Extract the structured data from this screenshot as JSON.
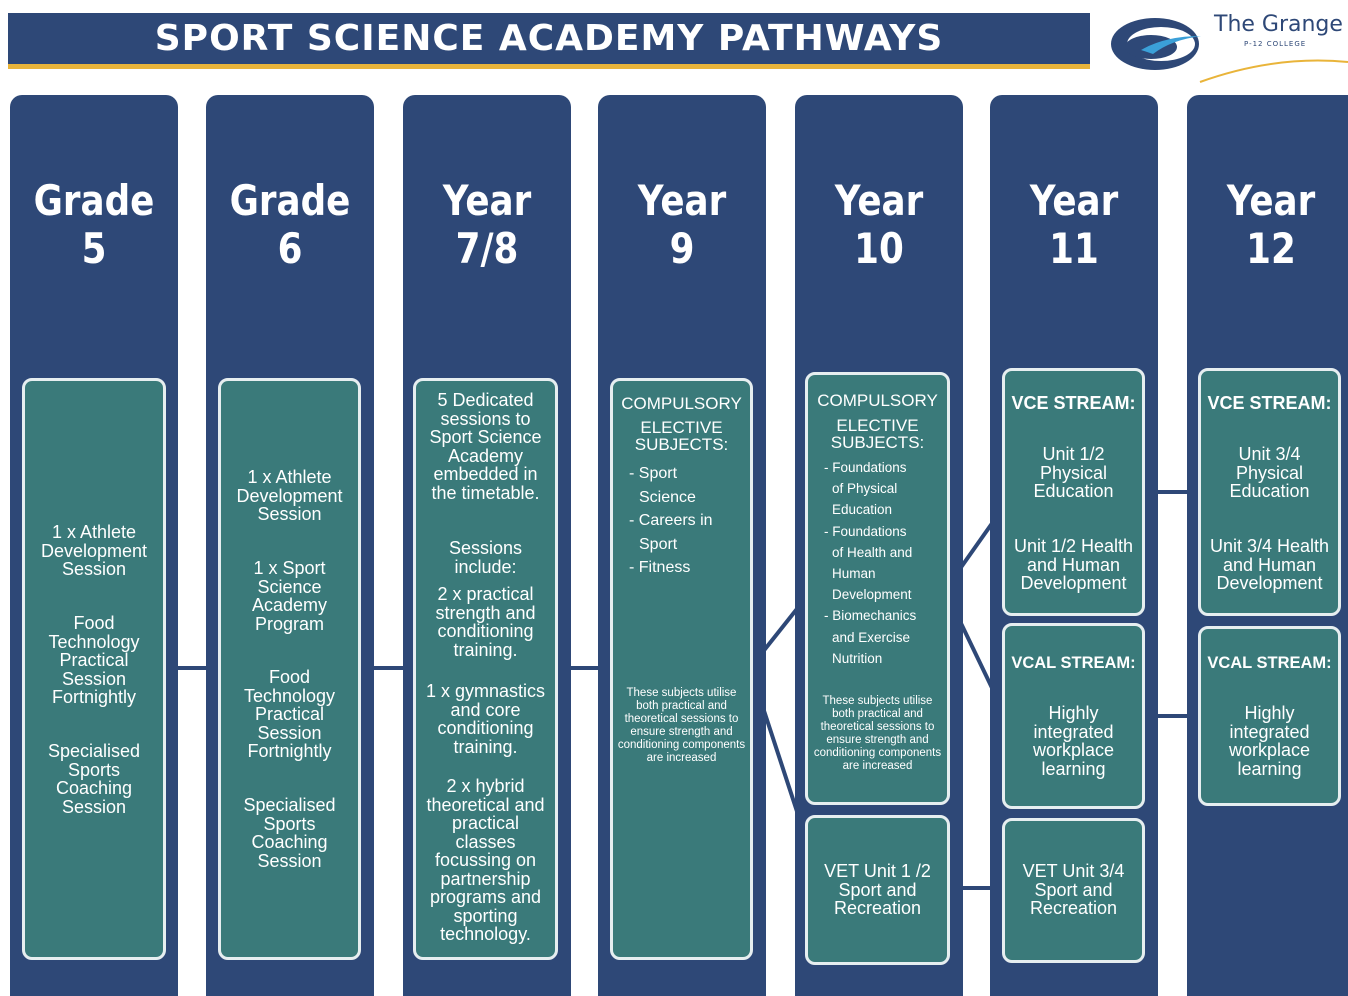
{
  "header": {
    "title": "SPORT SCIENCE ACADEMY PATHWAYS"
  },
  "logo": {
    "name": "The Grange",
    "sub": "P-12 COLLEGE"
  },
  "colors": {
    "navy": "#2e4877",
    "teal": "#3a7a7a",
    "gold": "#e9b43a"
  },
  "columns": [
    {
      "title1": "Grade",
      "title2": "5",
      "box": {
        "p1": "1 x Athlete Development Session",
        "p2": "Food Technology Practical Session Fortnightly",
        "p3": "Specialised Sports Coaching Session"
      }
    },
    {
      "title1": "Grade",
      "title2": "6",
      "box": {
        "p1": "1 x Athlete Development Session",
        "p2": "1 x Sport Science Academy Program",
        "p3": "Food Technology Practical Session Fortnightly",
        "p4": "Specialised Sports Coaching Session"
      }
    },
    {
      "title1": "Year",
      "title2": "7/8",
      "box": {
        "p1": "5 Dedicated sessions to Sport Science Academy embedded in the timetable.",
        "p2": "Sessions include:",
        "p3": "2 x practical strength and conditioning training.",
        "p4": "1 x gymnastics and core conditioning training.",
        "p5": "2 x hybrid theoretical and practical classes focussing on partnership programs and sporting technology."
      }
    },
    {
      "title1": "Year",
      "title2": "9",
      "box": {
        "head": "COMPULSORY",
        "sub": "ELECTIVE SUBJECTS:",
        "items": [
          "- Sport",
          "Science",
          "- Careers in",
          "Sport",
          "- Fitness"
        ],
        "note": "These subjects utilise both practical and theoretical sessions to ensure strength and conditioning components are increased"
      }
    },
    {
      "title1": "Year",
      "title2": "10",
      "box": {
        "head": "COMPULSORY",
        "sub": "ELECTIVE SUBJECTS:",
        "items": [
          "- Foundations",
          "of Physical",
          "Education",
          "- Foundations",
          "of Health and",
          "Human",
          "Development",
          "- Biomechanics",
          "and Exercise",
          "Nutrition"
        ],
        "note": "These subjects utilise both practical and theoretical sessions to ensure strength and conditioning components are increased"
      },
      "vet": "VET Unit 1 /2 Sport and Recreation"
    },
    {
      "title1": "Year",
      "title2": "11",
      "vce": {
        "head": "VCE STREAM:",
        "p1": "Unit 1/2 Physical Education",
        "p2": "Unit 1/2 Health and Human Development"
      },
      "vcal": {
        "head": "VCAL STREAM:",
        "p1": "Highly integrated workplace learning"
      },
      "vet": "VET Unit 3/4 Sport and Recreation"
    },
    {
      "title1": "Year",
      "title2": "12",
      "vce": {
        "head": "VCE STREAM:",
        "p1": "Unit 3/4 Physical Education",
        "p2": "Unit 3/4 Health and Human Development"
      },
      "vcal": {
        "head": "VCAL STREAM:",
        "p1": "Highly integrated workplace learning"
      }
    }
  ]
}
